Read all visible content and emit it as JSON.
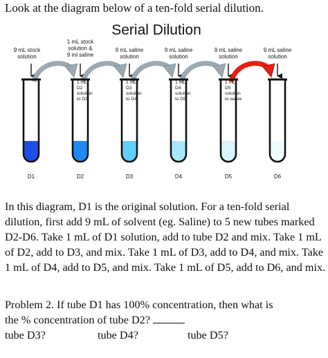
{
  "intro_text": "Look at the diagram below of a ten-fold serial dilution.",
  "figure": {
    "title": "Serial Dilution",
    "top_labels": [
      {
        "line1": "9 mL stock",
        "line2": "solution"
      },
      {
        "line1": "1 mL stock",
        "line2": "solution &",
        "line3": "9 ml saline"
      },
      {
        "line1": "9 mL saline",
        "line2": "solution"
      },
      {
        "line1": "9 mL saline",
        "line2": "solution"
      },
      {
        "line1": "9 mL saline",
        "line2": "solution"
      },
      {
        "line1": "9 mL saline",
        "line2": "solution"
      }
    ],
    "transfer_labels": [
      {
        "lines": [
          "1 mL",
          "D2",
          "solution",
          "to D3"
        ]
      },
      {
        "lines": [
          "1 mL",
          "D3",
          "solution",
          "to D4"
        ]
      },
      {
        "lines": [
          "1 mL",
          "D4",
          "solution",
          "to D5"
        ]
      },
      {
        "lines": [
          "1 mL",
          "D5",
          "solution",
          "to waste"
        ]
      }
    ],
    "tubes": [
      {
        "label": "D1",
        "fill_color": "#1f4fe8"
      },
      {
        "label": "D2",
        "fill_color": "#1f8bf0"
      },
      {
        "label": "D3",
        "fill_color": "#5fd0f7"
      },
      {
        "label": "D4",
        "fill_color": "#a8e6fb"
      },
      {
        "label": "D5",
        "fill_color": "#d8f4fd"
      },
      {
        "label": "D6",
        "fill_color": "#eefbff"
      }
    ],
    "colors": {
      "arrow_gray": "#9aa9b2",
      "arrow_red": "#e4200f",
      "tube_outline": "#111111"
    }
  },
  "paragraph": "In this diagram, D1 is the original solution.  For a ten-fold serial dilution, first add 9 mL of solvent (eg. Saline) to 5 new tubes marked D2-D6. Take 1 mL of D1 solution, add to tube D2 and mix.  Take 1 mL of D2, add to D3, and mix.  Take 1 mL of D3, add to D4, and mix. Take 1 mL of D4, add to D5, and mix.  Take 1 mL of D5, add to D6, and mix.",
  "problem": {
    "line1": "Problem 2.  If tube D1 has 100% concentration, then what is",
    "line2": "the % concentration of tube D2?",
    "questions": [
      "tube D3?",
      "tube D4?",
      "tube D5?"
    ]
  }
}
